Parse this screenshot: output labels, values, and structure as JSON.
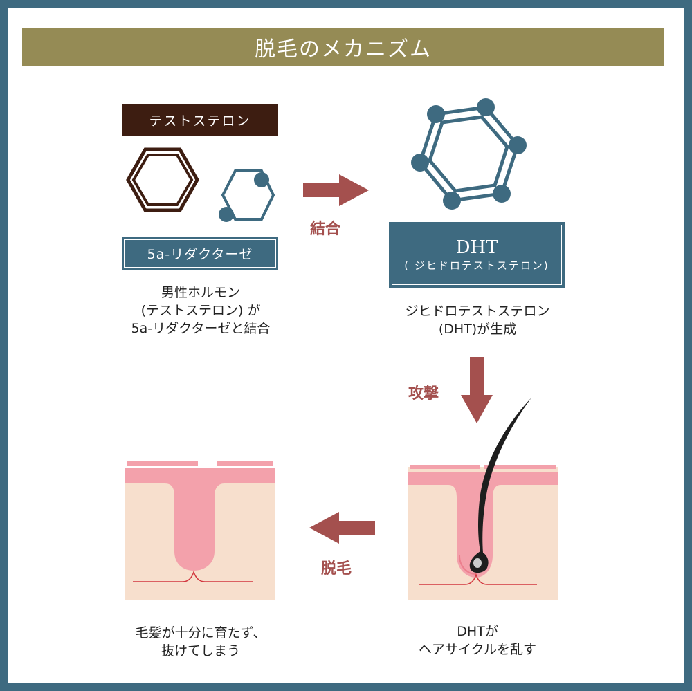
{
  "title": "脱毛のメカニズム",
  "labels": {
    "testosterone": "テストステロン",
    "reductase": "5a-リダクターゼ",
    "dht": "DHT",
    "dht_full": "( ジヒドロテストステロン)"
  },
  "captions": {
    "step1": [
      "男性ホルモン",
      "(テストステロン) が",
      "5a-リダクターゼと結合"
    ],
    "step2": [
      "ジヒドロテストステロン",
      "(DHT)が生成"
    ],
    "step3": [
      "DHTが",
      "ヘアサイクルを乱す"
    ],
    "step4": [
      "毛髪が十分に育たず、",
      "抜けてしまう"
    ]
  },
  "arrows": {
    "bind": "結合",
    "attack": "攻撃",
    "hair_loss": "脱毛"
  },
  "colors": {
    "frame": "#3e6a80",
    "banner": "#958b55",
    "testosterone": "#3d1d11",
    "molecule": "#3e6a80",
    "arrow": "#a4504e",
    "skin": "#f7dfcd",
    "skin_surface": "#f3a1ab",
    "hair": "#1e1e1e"
  }
}
